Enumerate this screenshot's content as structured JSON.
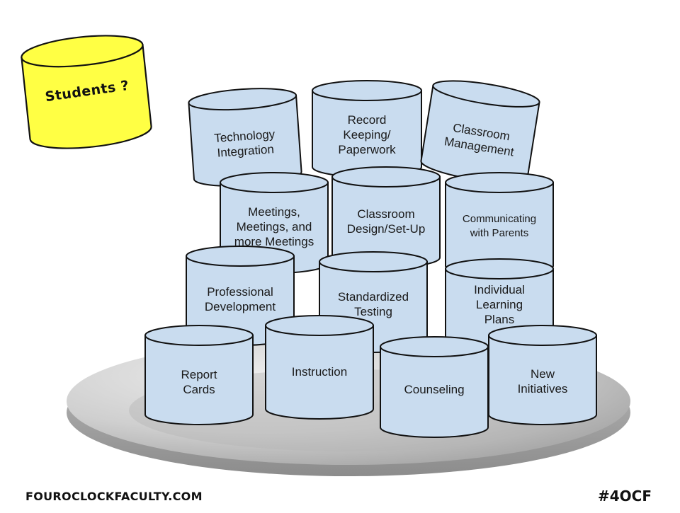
{
  "colors": {
    "drum_fill": "#c9dcef",
    "drum_stroke": "#111111",
    "students_fill": "#ffff44",
    "plate_light": "#e2e2e2",
    "plate_dark": "#a8a8a8"
  },
  "students": {
    "label": "Students ?"
  },
  "drums": {
    "report_cards": {
      "line1": "Report",
      "line2": "Cards"
    },
    "instruction": {
      "line1": "Instruction"
    },
    "counseling": {
      "line1": "Counseling"
    },
    "new_initiatives": {
      "line1": "New",
      "line2": "Initiatives"
    },
    "professional_development": {
      "line1": "Professional",
      "line2": "Development"
    },
    "standardized_testing": {
      "line1": "Standardized",
      "line2": "Testing"
    },
    "individual_learning_plans": {
      "line1": "Individual",
      "line2": "Learning",
      "line3": "Plans"
    },
    "meetings": {
      "line1": "Meetings,",
      "line2": "Meetings, and",
      "line3": "more Meetings"
    },
    "classroom_design": {
      "line1": "Classroom",
      "line2": "Design/Set-Up"
    },
    "communicating_parents": {
      "line1": "Communicating",
      "line2": "with Parents"
    },
    "technology_integration": {
      "line1": "Technology",
      "line2": "Integration"
    },
    "record_keeping": {
      "line1": "Record",
      "line2": "Keeping/",
      "line3": "Paperwork"
    },
    "classroom_management": {
      "line1": "Classroom",
      "line2": "Management"
    }
  },
  "footer": {
    "website": "FOUROCLOCKFACULTY.COM",
    "hashtag": "#4OCF"
  }
}
